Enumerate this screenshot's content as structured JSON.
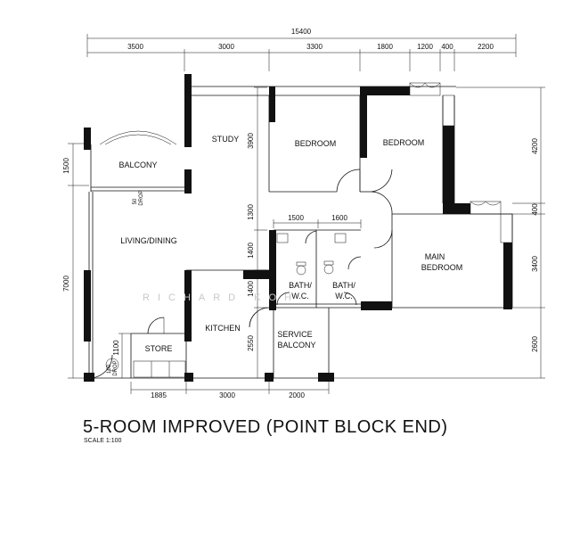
{
  "dimensions": {
    "overall_top": "15400",
    "top_segments": [
      "3500",
      "3000",
      "3300",
      "1800",
      "1200",
      "400",
      "2200"
    ],
    "bottom_segments": [
      "1885",
      "3000",
      "2000"
    ],
    "left_segments": [
      "1500",
      "7000"
    ],
    "left_store": "1100",
    "right_segments": [
      "4200",
      "400",
      "3400",
      "2600"
    ],
    "interior": {
      "study_height": "3900",
      "corridor_height": "1300",
      "bath_width_1": "1500",
      "bath_width_2": "1600",
      "bath_height": "1400",
      "kitchen_upper": "1400",
      "kitchen_lower": "2550"
    }
  },
  "rooms": {
    "balcony": "BALCONY",
    "study": "STUDY",
    "bedroom_1": "BEDROOM",
    "bedroom_2": "BEDROOM",
    "living_dining": "LIVING/DINING",
    "main_bedroom_line1": "MAIN",
    "main_bedroom_line2": "BEDROOM",
    "bath_1_line1": "BATH/",
    "bath_1_line2": "W.C.",
    "bath_2_line1": "BATH/",
    "bath_2_line2": "W.C.",
    "kitchen": "KITCHEN",
    "store": "STORE",
    "service_balcony_line1": "SERVICE",
    "service_balcony_line2": "BALCONY"
  },
  "annotations": {
    "drop_balcony_1": "50",
    "drop_balcony_2": "DROP",
    "drop_entry_1": "100",
    "drop_entry_2": "DROP"
  },
  "watermark": "RICHARD KOH",
  "title": "5-ROOM IMPROVED (POINT BLOCK END)",
  "scale": "SCALE 1:100"
}
